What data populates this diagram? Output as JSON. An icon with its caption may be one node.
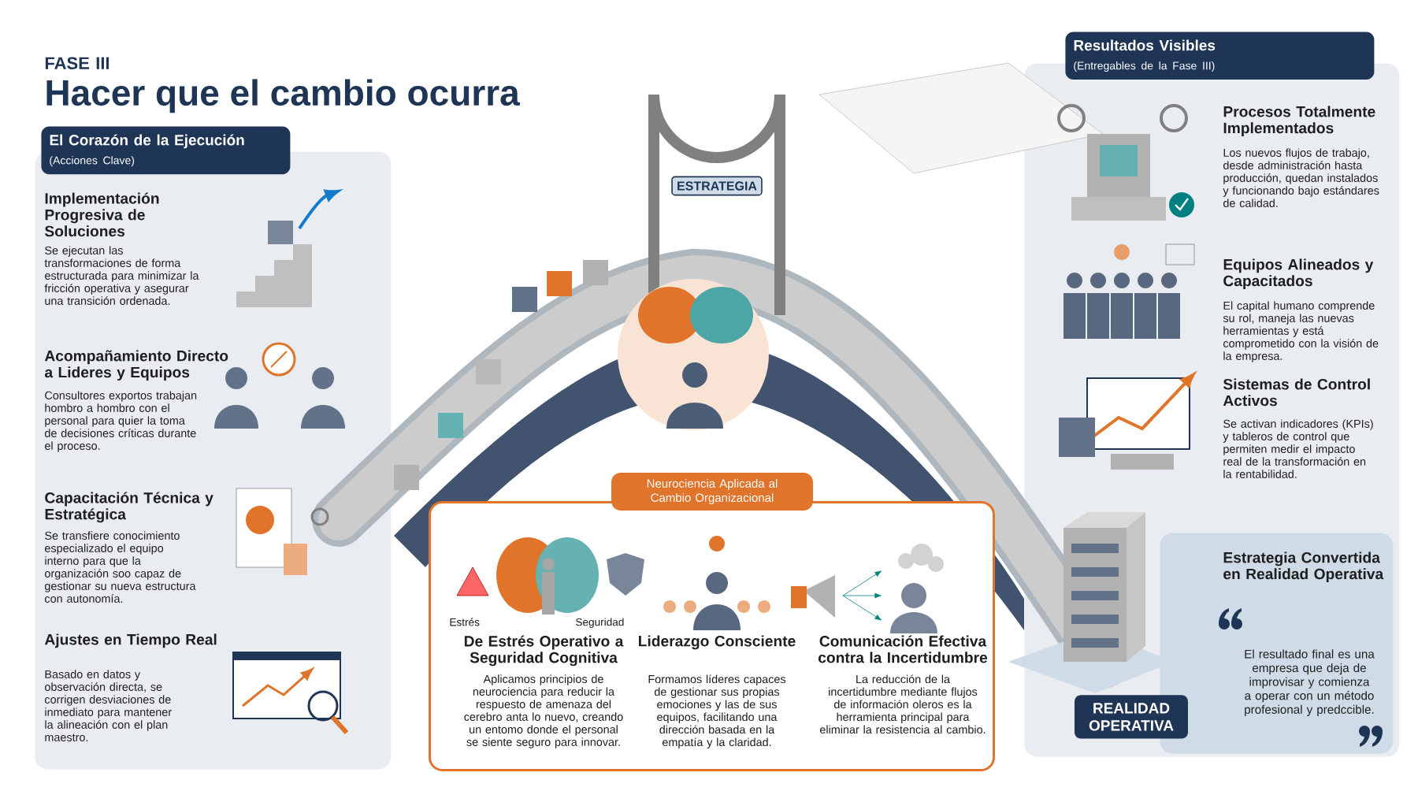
{
  "diagram": {
    "title": "Hacer que el cambio ocurra",
    "nodes": [
      {
        "text": [
          "El Corazón de la Ejecución",
          "(Acciones Clave)"
        ]
      },
      {
        "text": [
          "Resultados Visibles",
          "(Entregables de la Fase III)"
        ]
      },
      {
        "text": [
          "Estrategia Convertida en Realidad Operativa",
          "El resultado final es una empresa que deja de improvisar y comienza a operar con un método profesional y predccible."
        ],
        "in": 1
      },
      {
        "text": [
          "ESTRATEGIA"
        ]
      },
      {
        "text": [
          "REALIDAD OPERATIVA"
        ],
        "in": 1
      },
      {
        "text": [
          "Neurociencia Aplicada al Cambio Organizacional"
        ]
      }
    ],
    "labels": [
      "FASE III",
      "Implementación Progresiva de Soluciones",
      "Se ejecutan las transformaciones de forma estructurada para minimizar la fricción operativa y asegurar una transición ordenada.",
      "Acompañamiento Directo a Lideres y Equipos",
      "Consultores exportos trabajan hombro a hombro con el personal para quier la toma de decisiones críticas durante el proceso.",
      "Capacitación Técnica y Estratégica",
      "Se transfiere conocimiento especializado el equipo interno para que la organización soo capaz de gestionar su nueva estructura con autonomía.",
      "Ajustes en Tiempo Real",
      "Basado en datos y observación directa, se corrigen desviaciones de inmediato para mantener la alineación con el plan maestro.",
      "Estrés",
      "Seguridad",
      "De Estrés Operativo a Seguridad Cognitiva",
      "Aplicamos principios de neurociencia para reducir la respuesto de amenaza del cerebro anta lo nuevo, creando un entomo donde el personal se siente seguro para innovar.",
      "Liderazgo Consciente",
      "Formamos líderes capaces de gestionar sus propias emociones y las de sus equipos, facilitando una dirección basada en la empatía y la claridad.",
      "Comunicación Efectiva contra la Incertidumbre",
      "La reducción de la incertidumbre mediante flujos de información oleros es la herramienta principal para eliminar la resistencia al cambio.",
      "Procesos Totalmente Implementados",
      "Los nuevos flujos de trabajo, desde administración hasta producción, quedan instalados y funcionando bajo estándares de calidad.",
      "Equipos Alineados y Capacitados",
      "El capital humano comprende su rol, maneja las nuevas herramientas y está comprometido con la visión de la empresa.",
      "Sistemas de Control Activos",
      "Se activan indicadores (KPIs) y tableros de control que permiten medir el impacto real de la transformación en la rentabilidad."
    ]
  }
}
